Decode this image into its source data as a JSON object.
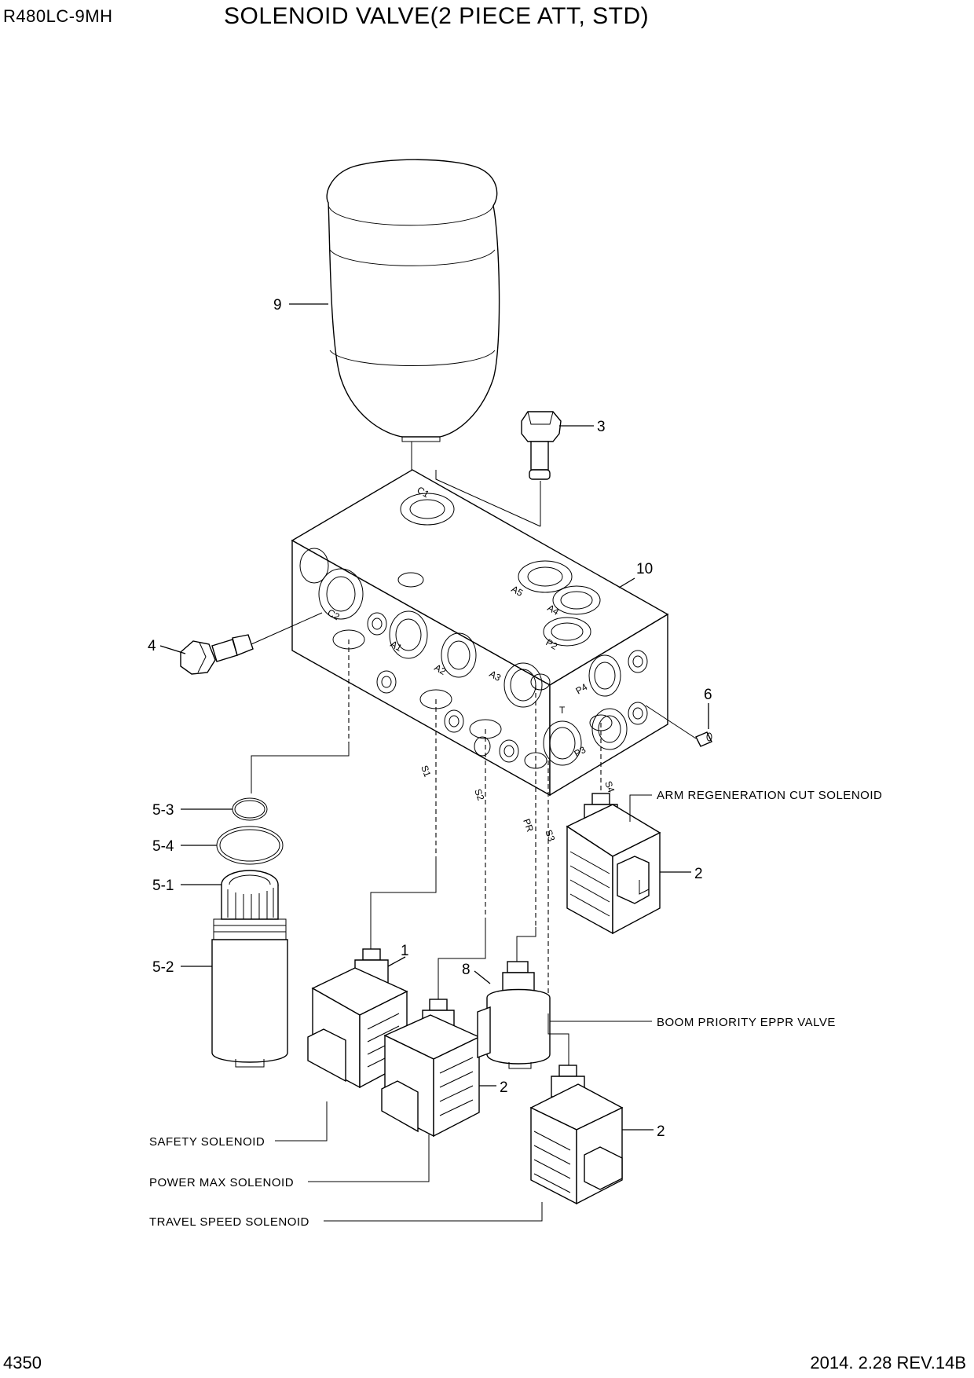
{
  "header": {
    "model": "R480LC-9MH",
    "title": "SOLENOID VALVE(2 PIECE ATT, STD)"
  },
  "footer": {
    "page_number": "4350",
    "revision": "2014. 2.28  REV.14B"
  },
  "callouts": {
    "c9": "9",
    "c3": "3",
    "c10": "10",
    "c4": "4",
    "c6": "6",
    "c5_3": "5-3",
    "c5_4": "5-4",
    "c5_1": "5-1",
    "c5_2": "5-2",
    "c1": "1",
    "c8": "8",
    "c2a": "2",
    "c2b": "2",
    "c2c": "2"
  },
  "ports": {
    "c1": "C1",
    "c2": "C2",
    "a1": "A1",
    "a2": "A2",
    "a3": "A3",
    "a4": "A4",
    "a5": "A5",
    "p2": "P2",
    "p3": "P3",
    "p4": "P4",
    "t": "T",
    "s1": "S1",
    "s2": "S2",
    "s3": "S3",
    "s4": "S4",
    "pr": "PR"
  },
  "notes": {
    "arm_regen": "ARM REGENERATION CUT SOLENOID",
    "boom_priority": "BOOM PRIORITY EPPR VALVE",
    "safety": "SAFETY SOLENOID",
    "power_max": "POWER MAX SOLENOID",
    "travel_speed": "TRAVEL SPEED SOLENOID"
  }
}
